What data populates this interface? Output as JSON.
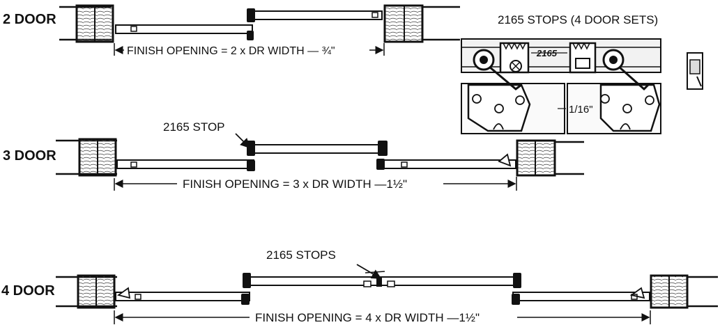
{
  "rows": {
    "two": {
      "label": "2 DOOR",
      "dimension": "FINISH OPENING = 2 x DR WIDTH — ¾\""
    },
    "three": {
      "label": "3 DOOR",
      "stop_label": "2165 STOP",
      "dimension": "FINISH OPENING = 3 x DR WIDTH —1½\""
    },
    "four": {
      "label": "4 DOOR",
      "stop_label": "2165 STOPS",
      "dimension": "FINISH OPENING = 4 x DR WIDTH —1½\""
    }
  },
  "detail": {
    "title": "2165 STOPS (4 DOOR SETS)",
    "part_label": "2165",
    "gap_label": "1/16\""
  },
  "colors": {
    "ink": "#111111",
    "paper": "#ffffff",
    "shade": "#e8e8e8"
  }
}
